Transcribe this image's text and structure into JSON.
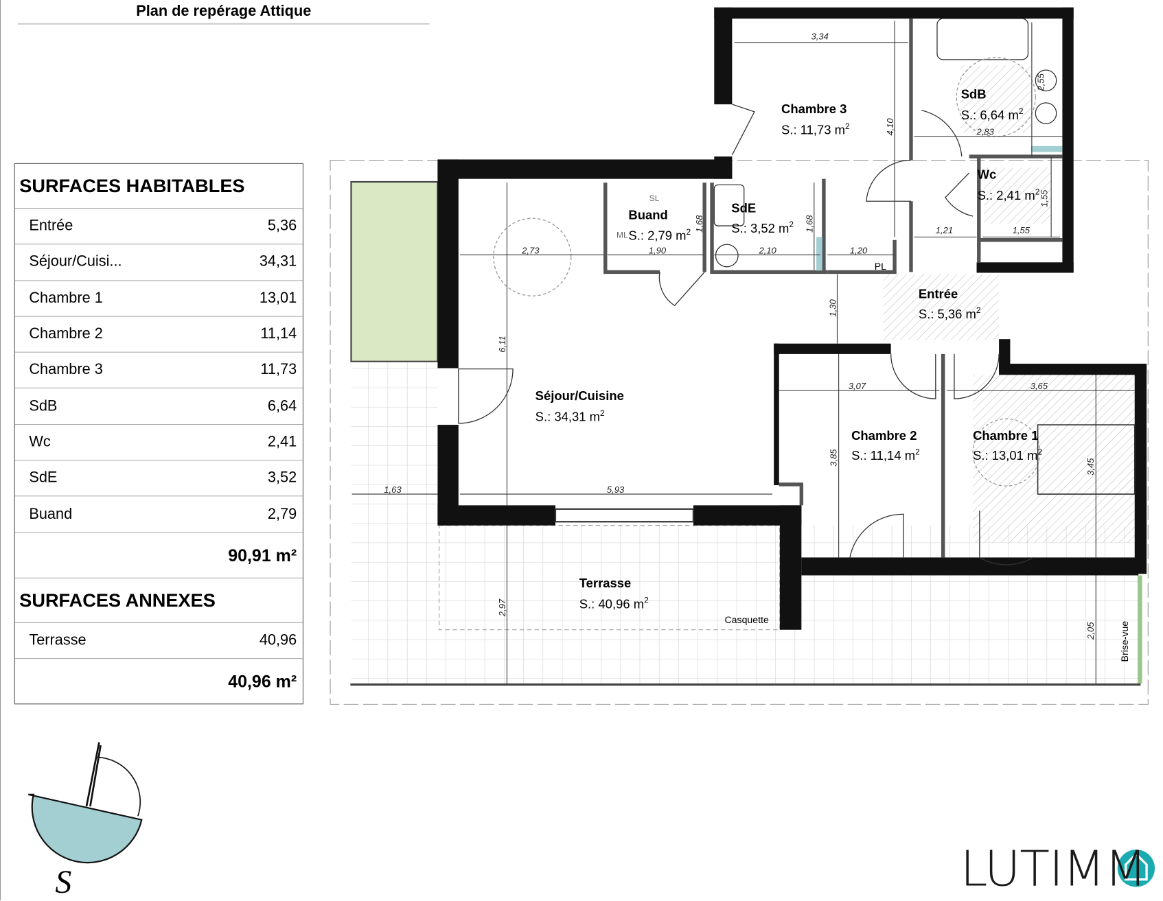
{
  "title": "Plan de repérage Attique",
  "habitables": {
    "heading": "SURFACES HABITABLES",
    "rows": [
      {
        "label": "Entrée",
        "value": "5,36"
      },
      {
        "label": "Séjour/Cuisi...",
        "value": "34,31"
      },
      {
        "label": "Chambre 1",
        "value": "13,01"
      },
      {
        "label": "Chambre 2",
        "value": "11,14"
      },
      {
        "label": "Chambre 3",
        "value": "11,73"
      },
      {
        "label": "SdB",
        "value": "6,64"
      },
      {
        "label": "Wc",
        "value": "2,41"
      },
      {
        "label": "SdE",
        "value": "3,52"
      },
      {
        "label": "Buand",
        "value": "2,79"
      }
    ],
    "total": "90,91 m²"
  },
  "annexes": {
    "heading": "SURFACES ANNEXES",
    "rows": [
      {
        "label": "Terrasse",
        "value": "40,96"
      }
    ],
    "total": "40,96 m²"
  },
  "rooms": {
    "chambre3": {
      "name": "Chambre 3",
      "area": "S.: 11,73 m"
    },
    "sdb": {
      "name": "SdB",
      "area": "S.: 6,64 m"
    },
    "wc": {
      "name": "Wc",
      "area": "S.: 2,41 m"
    },
    "sde": {
      "name": "SdE",
      "area": "S.: 3,52 m"
    },
    "buand": {
      "name": "Buand",
      "area": "S.: 2,79 m"
    },
    "entree": {
      "name": "Entrée",
      "area": "S.: 5,36 m"
    },
    "sejour": {
      "name": "Séjour/Cuisine",
      "area": "S.: 34,31 m"
    },
    "chambre2": {
      "name": "Chambre 2",
      "area": "S.: 11,14 m"
    },
    "chambre1": {
      "name": "Chambre 1",
      "area": "S.: 13,01 m"
    },
    "terrasse": {
      "name": "Terrasse",
      "area": "S.: 40,96 m"
    },
    "sup": "2"
  },
  "labels": {
    "sl": "SL",
    "ml": "ML",
    "pl": "PL",
    "casquette": "Casquette",
    "brise_vue": "Brise-vue"
  },
  "dims": {
    "d334": "3,34",
    "d410": "4,10",
    "d255": "2,55",
    "d283": "2,83",
    "d155v": "1,55",
    "d121": "1,21",
    "d155": "1,55",
    "d273": "2,73",
    "d190": "1,90",
    "d168a": "1,68",
    "d168b": "1,68",
    "d210": "2,10",
    "d120": "1,20",
    "d130": "1,30",
    "d611": "6,11",
    "d307": "3,07",
    "d365": "3,65",
    "d385": "3,85",
    "d345": "3,45",
    "d163": "1,63",
    "d593": "5,93",
    "d297": "2,97",
    "d205": "2,05"
  },
  "compass": {
    "label": "S"
  },
  "logo": {
    "text": "LUTIMM",
    "color": "#1aabb0"
  },
  "colors": {
    "garden": "#dbe8c4",
    "water": "#a3cfd3"
  }
}
